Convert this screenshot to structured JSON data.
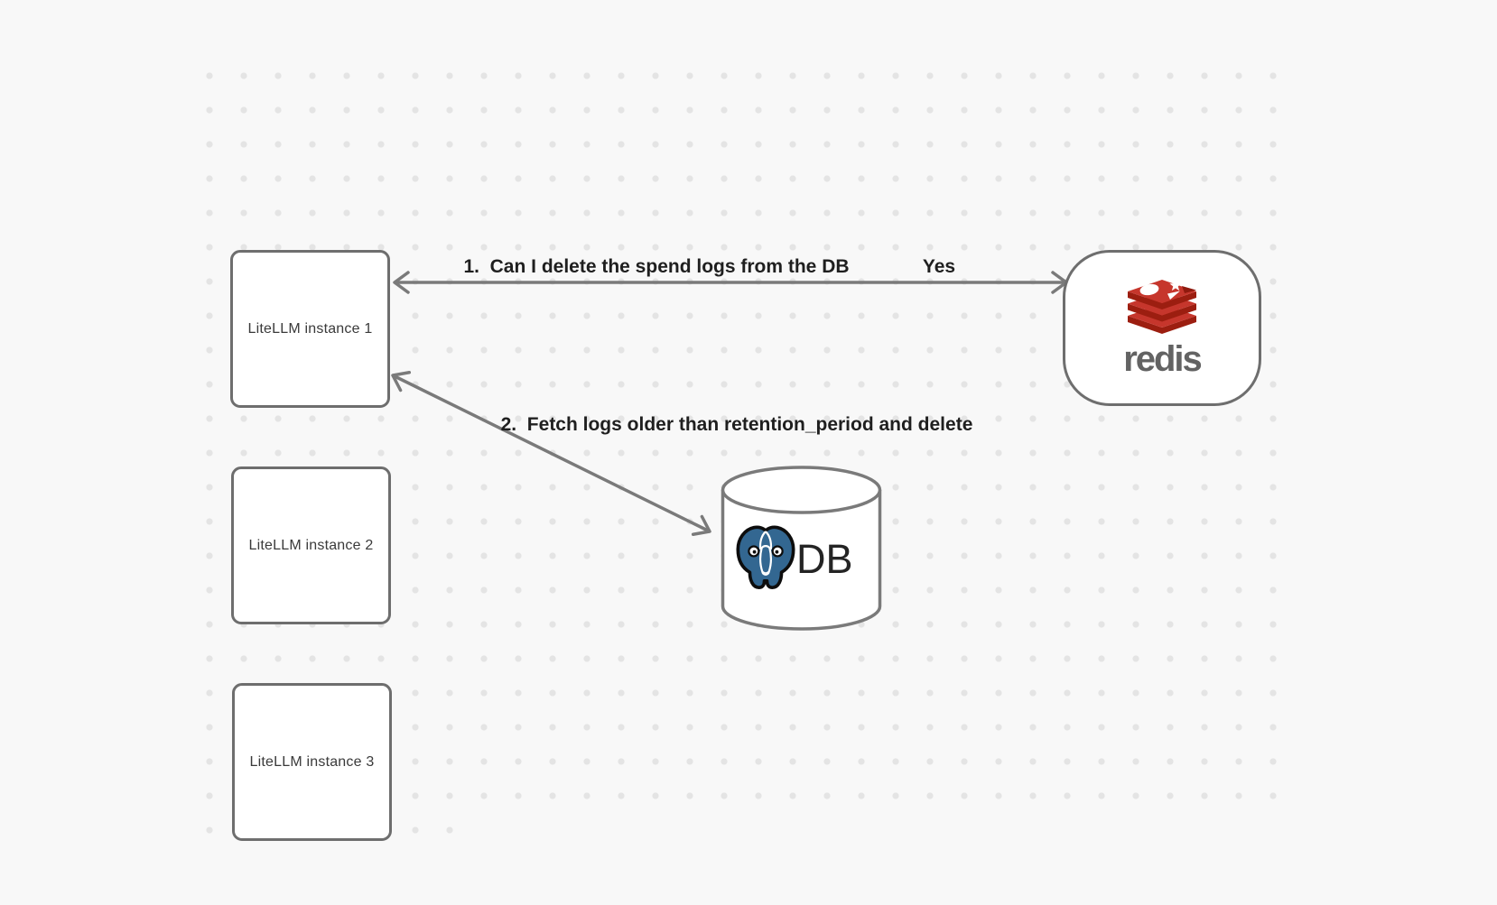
{
  "diagram": {
    "background_color": "#f8f8f8",
    "dot_color": "#e4e4e4",
    "instances": [
      {
        "label": "LiteLLM instance 1"
      },
      {
        "label": "LiteLLM instance 2"
      },
      {
        "label": "LiteLLM instance 3"
      }
    ],
    "redis_node": {
      "wordmark": "redis"
    },
    "db_node": {
      "label": "DB"
    },
    "arrow1": {
      "label": "1.  Can I delete the spend logs from the DB",
      "response_label": "Yes"
    },
    "arrow2": {
      "label": "2.  Fetch logs older than retention_period and delete"
    },
    "colors": {
      "node_stroke": "#6e6e6e",
      "arrow_stroke": "#7a7a7a",
      "label_text": "#1f1f1f",
      "box_text": "#3a3a3a",
      "redis_red": "#c6362c",
      "redis_dark_red": "#9c1e10",
      "redis_wordmark_gray": "#636363",
      "postgres_blue": "#336791"
    }
  }
}
